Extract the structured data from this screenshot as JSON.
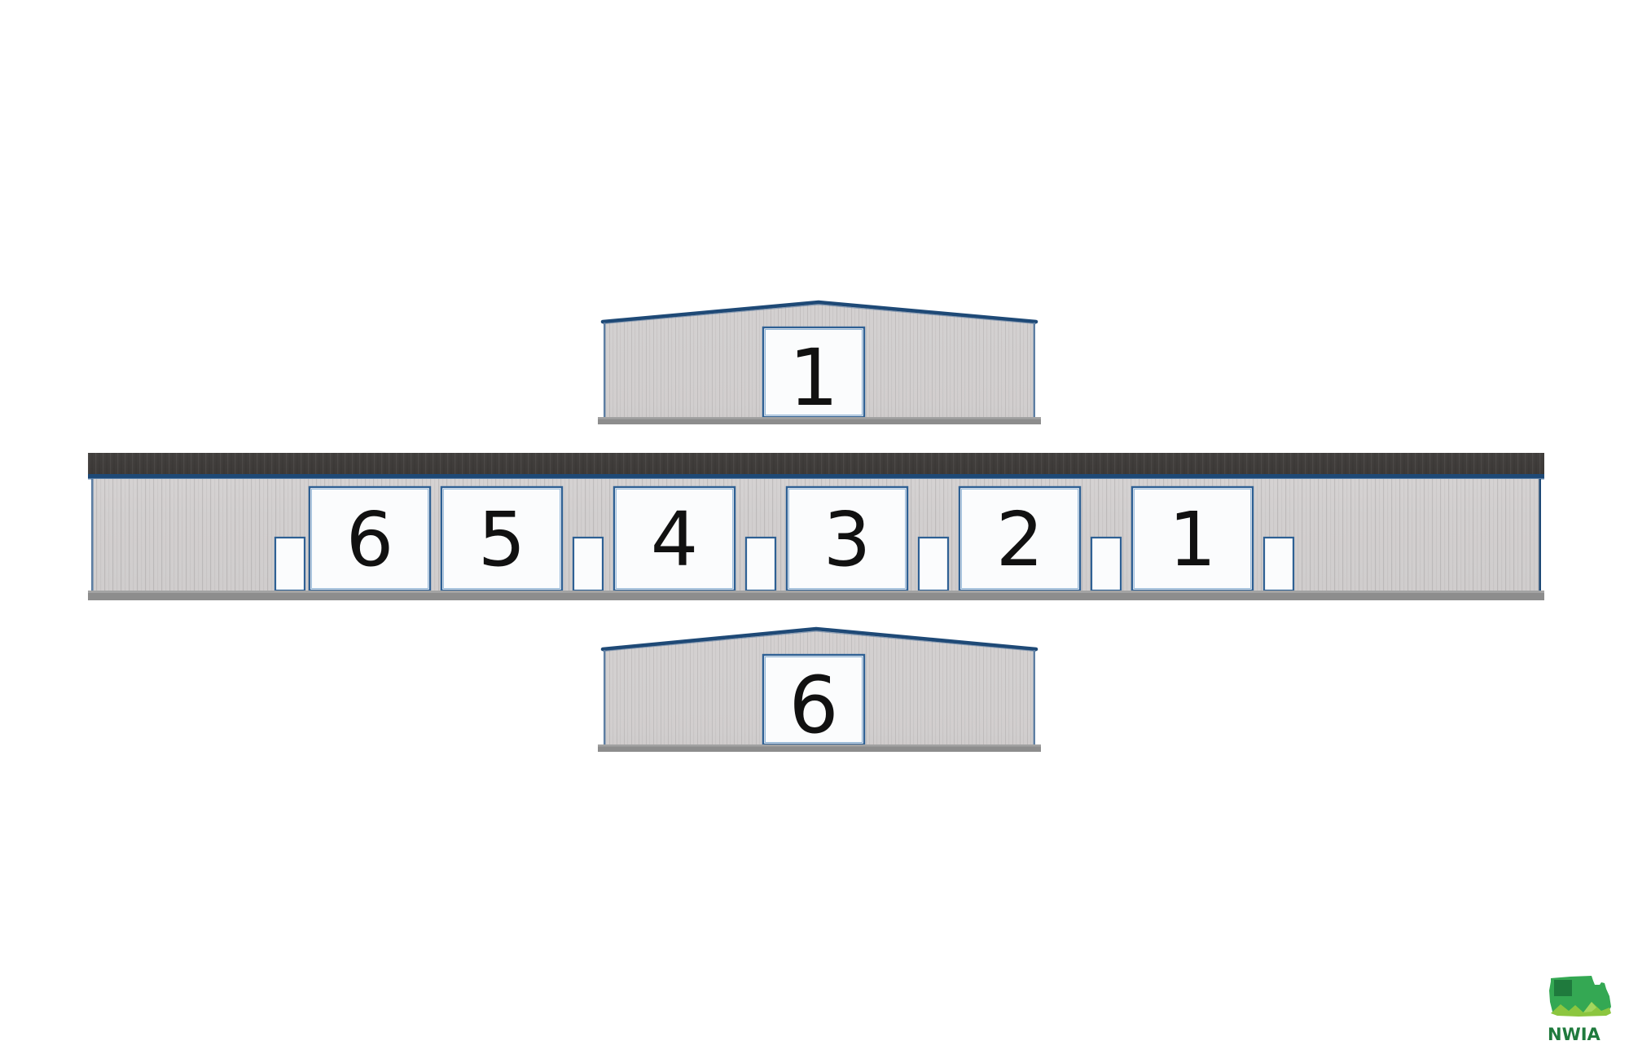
{
  "diagram": {
    "type": "building-elevation",
    "background_color": "#ffffff",
    "description": "Storage unit / warehouse elevation drawing showing three building views with numbered overhead bay doors"
  },
  "palette": {
    "wall_base": "#d2cfcf",
    "wall_rib_light": "#dedbdb",
    "wall_rib_dark": "#b9b6b6",
    "roof_dark": "#403d3b",
    "roof_rib_dark": "#4d4a48",
    "trim_blue": "#1e4976",
    "door_outline_blue": "#2e6094",
    "door_face": "#fbfcfd",
    "foundation_gray": "#8d8d8d",
    "foundation_gray_light": "#9d9d9d",
    "number_color": "#111111",
    "logo_green_dark": "#1f7a3d",
    "logo_green_mid": "#34a853",
    "logo_green_light": "#8cc63f"
  },
  "buildings": [
    {
      "id": "top-gable",
      "name": "top-gable-building",
      "view": "gable-end-elevation",
      "doors": [
        {
          "label": "1",
          "type": "overhead-bay-door"
        }
      ]
    },
    {
      "id": "main-long",
      "name": "main-long-building",
      "view": "side-elevation",
      "doors": [
        {
          "label": "6",
          "type": "overhead-bay-door"
        },
        {
          "label": "5",
          "type": "overhead-bay-door"
        },
        {
          "label": "4",
          "type": "overhead-bay-door"
        },
        {
          "label": "3",
          "type": "overhead-bay-door"
        },
        {
          "label": "2",
          "type": "overhead-bay-door"
        },
        {
          "label": "1",
          "type": "overhead-bay-door"
        }
      ],
      "pedestrian_door_count": 6
    },
    {
      "id": "bottom-gable",
      "name": "bottom-gable-building",
      "view": "gable-end-elevation",
      "doors": [
        {
          "label": "6",
          "type": "overhead-bay-door"
        }
      ]
    }
  ],
  "logo": {
    "name": "nwia-logo",
    "text": "NWIA",
    "mark": "iowa-state-outline-with-hills"
  }
}
